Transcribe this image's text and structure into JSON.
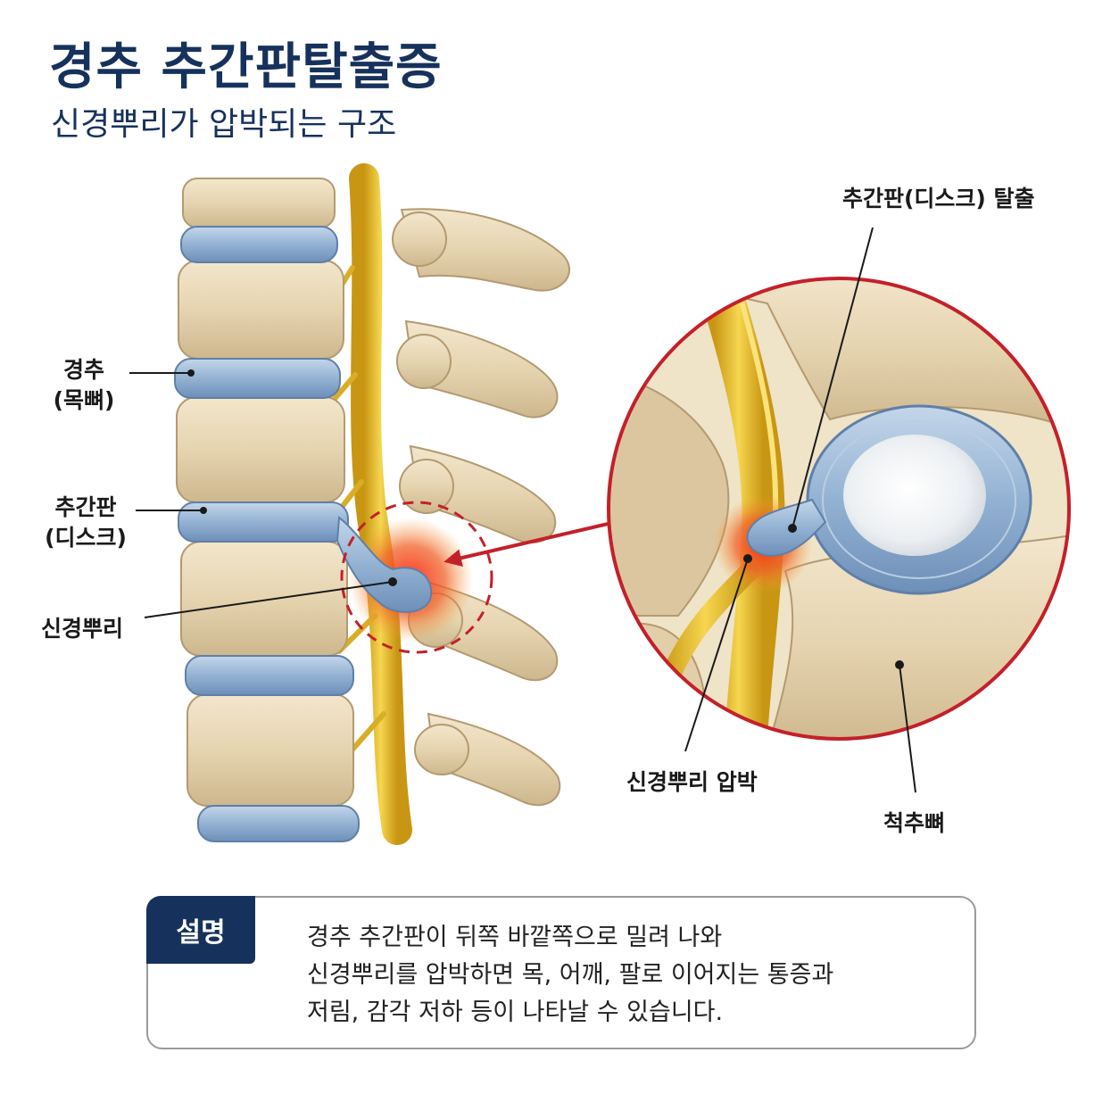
{
  "header": {
    "title": "경추 추간판탈출증",
    "subtitle": "신경뿌리가 압박되는 구조"
  },
  "labels": {
    "cervical_line1": "경추",
    "cervical_line2": "(목뼈)",
    "disc_line1": "추간판",
    "disc_line2": "(디스크)",
    "nerve_root": "신경뿌리",
    "herniation": "추간판(디스크) 탈출",
    "compression": "신경뿌리 압박",
    "vertebra": "척추뼈"
  },
  "explanation": {
    "tag": "설명",
    "lines": [
      "경추 추간판이 뒤쪽 바깥쪽으로 밀려 나와",
      "신경뿌리를 압박하면 목, 어깨, 팔로 이어지는 통증과",
      "저림, 감각 저하 등이 나타날 수 있습니다."
    ]
  },
  "colors": {
    "title": "#16325c",
    "bone": "#e7d7b6",
    "disc": "#9dbad8",
    "nerve": "#e8c02a",
    "inflammation": "#e8452a",
    "magnifier": "#c4202a"
  }
}
